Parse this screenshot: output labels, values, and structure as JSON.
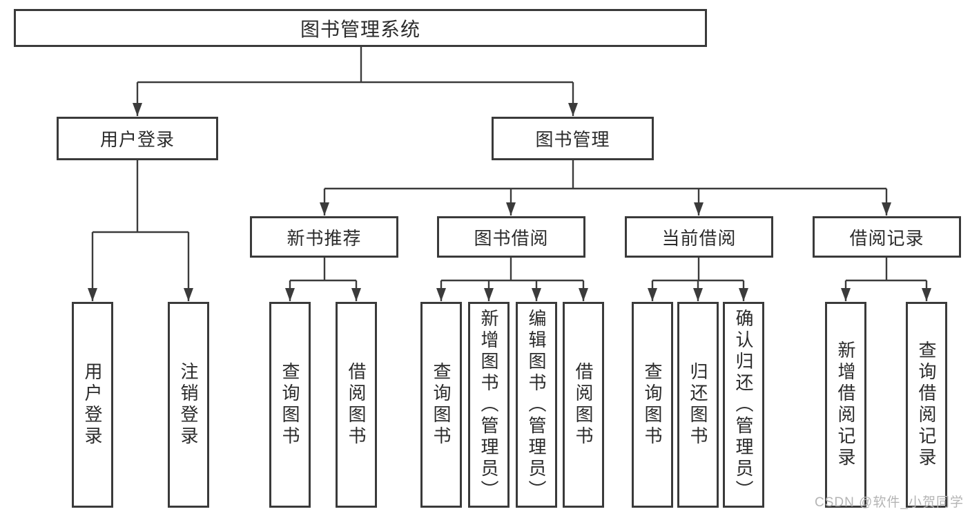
{
  "colors": {
    "line": "#3b3b3b",
    "box_border": "#3a3a3a",
    "text": "#2b2b2b",
    "watermark": "#b4b4b4"
  },
  "tree": {
    "root": {
      "label": "图书管理系统",
      "children": [
        {
          "label": "用户登录",
          "children": [
            {
              "label": "用户登录"
            },
            {
              "label": "注销登录"
            }
          ]
        },
        {
          "label": "图书管理",
          "children": [
            {
              "label": "新书推荐",
              "children": [
                {
                  "label": "查询图书"
                },
                {
                  "label": "借阅图书"
                }
              ]
            },
            {
              "label": "图书借阅",
              "children": [
                {
                  "label": "查询图书"
                },
                {
                  "label": "新增图书（管理员）"
                },
                {
                  "label": "编辑图书（管理员）"
                },
                {
                  "label": "借阅图书"
                }
              ]
            },
            {
              "label": "当前借阅",
              "children": [
                {
                  "label": "查询图书"
                },
                {
                  "label": "归还图书"
                },
                {
                  "label": "确认归还（管理员）"
                }
              ]
            },
            {
              "label": "借阅记录",
              "children": [
                {
                  "label": "新增借阅记录"
                },
                {
                  "label": "查询借阅记录"
                }
              ]
            }
          ]
        }
      ]
    }
  },
  "watermark": {
    "text": "CSDN @软件_小贺同学"
  }
}
